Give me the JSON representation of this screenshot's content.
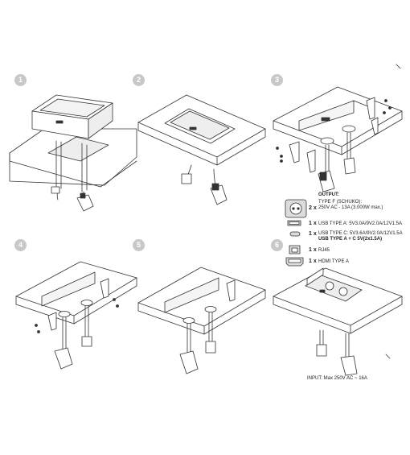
{
  "steps": [
    "1",
    "2",
    "3",
    "4",
    "5",
    "6"
  ],
  "output": {
    "title": "OUTPUT:",
    "items": [
      {
        "qty": "2 x",
        "lines": [
          "TYPE F (SCHUKO):",
          "250V AC - 13A (3.000W max.)"
        ],
        "icon": "schuko-socket-icon"
      },
      {
        "qty": "1 x",
        "lines": [
          "USB TYPE A: 5V3.0A/9V2.0A/12V1.5A"
        ],
        "icon": "usb-a-icon"
      },
      {
        "qty": "1 x",
        "lines": [
          "USB TYPE C: 5V3.6A/9V2.0A/12V1.5A"
        ],
        "bold_line": "USB TYPE A + C 5V(2x1.5A)",
        "icon": "usb-c-icon"
      },
      {
        "qty": "1 x",
        "lines": [
          "RJ45"
        ],
        "icon": "rj45-icon"
      },
      {
        "qty": "1 x",
        "lines": [
          "HDMI TYPE A"
        ],
        "icon": "hdmi-icon"
      }
    ]
  },
  "input_label": "INPUT: Max 250V AC ~ 16A",
  "colors": {
    "line": "#333333",
    "badge": "#c8c8c8",
    "shade": "#dcdcdc"
  }
}
